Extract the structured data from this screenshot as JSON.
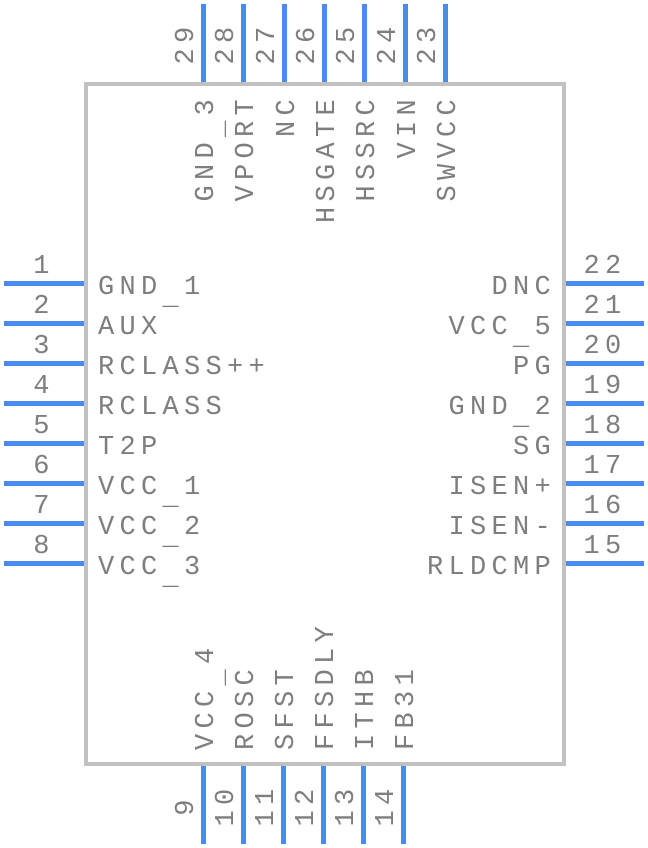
{
  "colors": {
    "pin_line": "#4a8bf2",
    "label_text": "#7e7e7e",
    "body_border": "#c1c1c1",
    "body_fill": "#ffffff",
    "background": "#ffffff"
  },
  "pins": {
    "left": [
      {
        "number": "1",
        "name": "GND_1"
      },
      {
        "number": "2",
        "name": "AUX"
      },
      {
        "number": "3",
        "name": "RCLASS++"
      },
      {
        "number": "4",
        "name": "RCLASS"
      },
      {
        "number": "5",
        "name": "T2P"
      },
      {
        "number": "6",
        "name": "VCC_1"
      },
      {
        "number": "7",
        "name": "VCC_2"
      },
      {
        "number": "8",
        "name": "VCC_3"
      }
    ],
    "right": [
      {
        "number": "22",
        "name": "DNC"
      },
      {
        "number": "21",
        "name": "VCC_5"
      },
      {
        "number": "20",
        "name": "PG"
      },
      {
        "number": "19",
        "name": "GND_2"
      },
      {
        "number": "18",
        "name": "SG"
      },
      {
        "number": "17",
        "name": "ISEN+"
      },
      {
        "number": "16",
        "name": "ISEN-"
      },
      {
        "number": "15",
        "name": "RLDCMP"
      }
    ],
    "top": [
      {
        "number": "29",
        "name": "GND_3"
      },
      {
        "number": "28",
        "name": "VPORT"
      },
      {
        "number": "27",
        "name": "NC"
      },
      {
        "number": "26",
        "name": "HSGATE"
      },
      {
        "number": "25",
        "name": "HSSRC"
      },
      {
        "number": "24",
        "name": "VIN"
      },
      {
        "number": "23",
        "name": "SWVCC"
      }
    ],
    "bottom": [
      {
        "number": "9",
        "name": "VCC_4"
      },
      {
        "number": "10",
        "name": "ROSC"
      },
      {
        "number": "11",
        "name": "SFST"
      },
      {
        "number": "12",
        "name": "FFSDLY"
      },
      {
        "number": "13",
        "name": "ITHB"
      },
      {
        "number": "14",
        "name": "FB31"
      }
    ]
  }
}
